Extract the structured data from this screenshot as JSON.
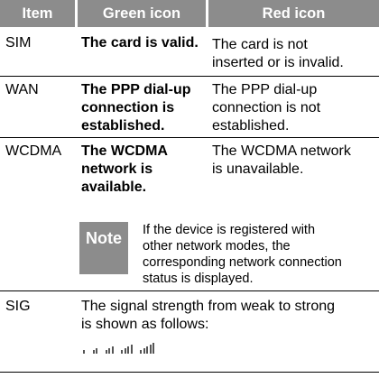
{
  "header": {
    "item": "Item",
    "green": "Green icon",
    "red": "Red icon"
  },
  "rows": [
    {
      "item": "SIM",
      "green": "The card is valid.",
      "red": "The card is not\ninserted or is invalid."
    },
    {
      "item": "WAN",
      "green": "The PPP dial-up\nconnection is\nestablished.",
      "red": "The PPP dial-up\nconnection is not\nestablished."
    },
    {
      "item": "WCDMA",
      "green": "The WCDMA\nnetwork is\navailable.",
      "red": "The WCDMA network\nis unavailable."
    }
  ],
  "note": {
    "label": "Note",
    "text": "If the device is registered with\nother network modes, the\ncorresponding network connection\nstatus is displayed."
  },
  "sig": {
    "item": "SIG",
    "text": "The signal strength from weak to strong\nis shown as follows:",
    "levels": [
      1,
      2,
      3,
      4,
      5
    ],
    "icon": "signal-strength-bars-icon",
    "bar_color": "#555555"
  },
  "colors": {
    "header_bg": "#8c8c8c",
    "header_text": "#ffffff",
    "note_bg": "#8c8c8c"
  }
}
